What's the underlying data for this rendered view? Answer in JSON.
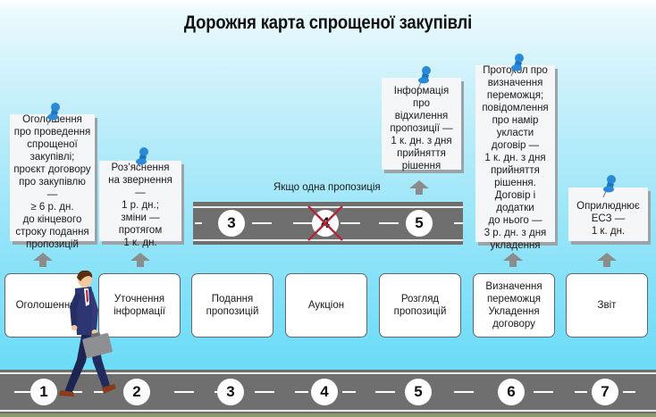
{
  "title": "Дорожня карта спрощеної закупівлі",
  "notes": [
    {
      "text": "Оголошення\nпро проведення\nспрощеної\nзакупівлі;\nпроєкт договору\nпро закупівлю —\n≥ 6 р. дн.\nдо кінцевого\nстроку подання\nпропозицій",
      "icon": "pushpin-icon"
    },
    {
      "text": "Роз’яснення\nна звернення —\n1 р. дн.;\nзміни —\nпротягом\n1 к. дн.",
      "icon": "pushpin-icon"
    },
    {
      "text": "Інформація\nпро відхилення\nпропозиції —\n1 к. дн. з дня\nприйняття\nрішення",
      "icon": "pushpin-icon"
    },
    {
      "text": "Протокол про\nвизначення\nпереможця;\nповідомлення\nпро намір\nукласти\nдоговір —\n1 к. дн. з дня\nприйняття\nрішення.\nДоговір і додатки\nдо нього —\n3 р. дн. з дня\nукладення",
      "icon": "pushpin-icon"
    },
    {
      "text": "Оприлюднює\nЕСЗ —\n1 к. дн.",
      "icon": "pushpin-icon"
    }
  ],
  "alt_route": {
    "label": "Якщо одна пропозиція",
    "stops": [
      "3",
      "4",
      "5"
    ],
    "skipped_stop": "4",
    "skipped_icon": "cross-out-icon"
  },
  "steps": [
    {
      "number": "1",
      "label": "Оголошення"
    },
    {
      "number": "2",
      "label": "Уточнення\nінформації"
    },
    {
      "number": "3",
      "label": "Подання\nпропозицій"
    },
    {
      "number": "4",
      "label": "Аукціон"
    },
    {
      "number": "5",
      "label": "Розгляд\nпропозицій"
    },
    {
      "number": "6",
      "label": "Визначення\nпереможця\nУкладення\nдоговору"
    },
    {
      "number": "7",
      "label": "Звіт"
    }
  ],
  "colors": {
    "road": "#6f6f6f",
    "pin": "#1f7fcf",
    "arrow": "#8c8c8c",
    "cross": "#b0283a",
    "sky_bottom": "#66d9f6"
  }
}
